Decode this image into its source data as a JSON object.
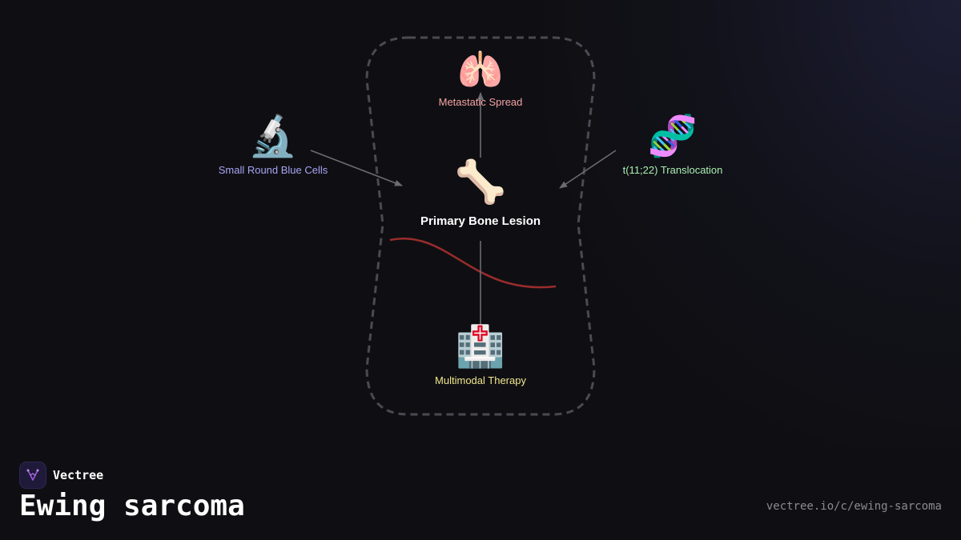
{
  "diagram": {
    "center": {
      "label": "Primary Bone Lesion",
      "icon": "bone-icon",
      "color": "#ffffff"
    },
    "nodes": [
      {
        "id": "metastatic",
        "label": "Metastatic Spread",
        "icon": "lungs-icon",
        "color": "#f4a4a4"
      },
      {
        "id": "cells",
        "label": "Small Round Blue Cells",
        "icon": "microscope-icon",
        "color": "#a9a4f4"
      },
      {
        "id": "translocation",
        "label": "t(11;22) Translocation",
        "icon": "dna-icon",
        "color": "#a8f0b0"
      },
      {
        "id": "therapy",
        "label": "Multimodal Therapy",
        "icon": "hospital-icon",
        "color": "#f0e68c"
      }
    ],
    "edges": [
      {
        "from": "Primary Bone Lesion",
        "to": "Metastatic Spread"
      },
      {
        "from": "Small Round Blue Cells",
        "to": "Primary Bone Lesion"
      },
      {
        "from": "t(11;22) Translocation",
        "to": "Primary Bone Lesion"
      },
      {
        "from": "Primary Bone Lesion",
        "to": "Multimodal Therapy"
      }
    ],
    "colors": {
      "boundary": "#4a4a52",
      "arrow": "#6b6b72",
      "curve": "#9b2c2c"
    }
  },
  "footer": {
    "brand": "Vectree",
    "title": "Ewing sarcoma",
    "url": "vectree.io/c/ewing-sarcoma"
  }
}
